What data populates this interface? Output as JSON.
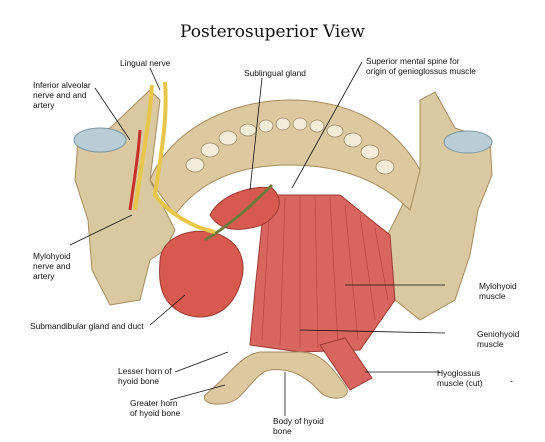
{
  "title": "Posterosuperior View",
  "labels": {
    "lingual_nerve": [
      "Lingual nerve"
    ],
    "inferior_alveolar": [
      "Inferior alveolar",
      "nerve and and",
      "artery"
    ],
    "sublingual_gland": [
      "Sublingual gland"
    ],
    "superior_mental_spine": [
      "Superior mental spine for",
      "origin of genioglossus muscle"
    ],
    "mylohyoid_nerve": [
      "Mylohyoid",
      "nerve and",
      "artery"
    ],
    "mylohyoid_muscle": [
      "Mylohyoid",
      "muscle"
    ],
    "submandibular": [
      "Submandibular gland and duct"
    ],
    "geniohyoid": [
      "Geniohyoid",
      "muscle"
    ],
    "lesser_horn": [
      "Lesser horn of",
      "hyoid bone"
    ],
    "hyoglossus": [
      "Hyoglossus",
      "muscle (cut)"
    ],
    "greater_horn": [
      "Greater horn",
      "of hyoid bone"
    ],
    "body_hyoid": [
      "Body of hyoid",
      "bone"
    ]
  },
  "corner_mark": "-",
  "colors": {
    "bone": "#d9c8a0",
    "bone_shadow": "#b9a275",
    "cartilage": "#b9cdd6",
    "muscle": "#d9665e",
    "muscle_dark": "#b8423d",
    "gland": "#d85a4e",
    "nerve": "#e8c64a",
    "artery": "#c7302a",
    "tooth": "#f3ecd8"
  }
}
